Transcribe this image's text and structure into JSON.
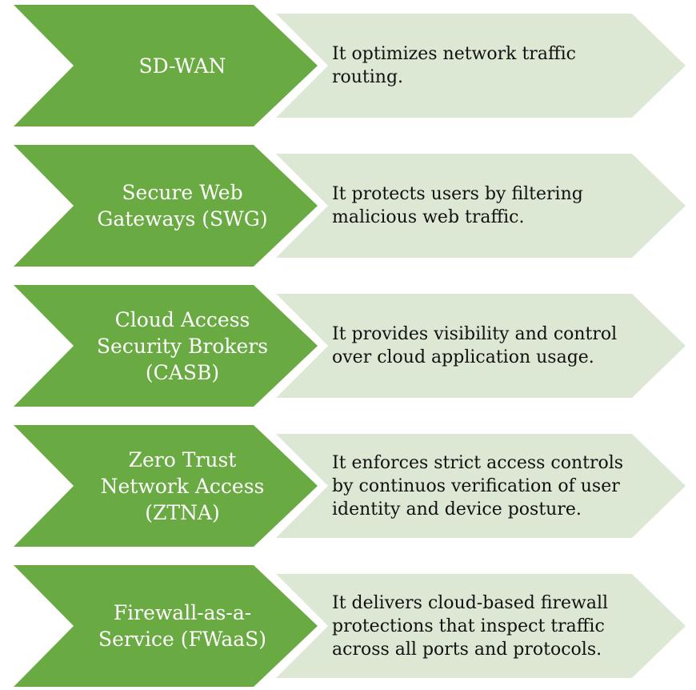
{
  "colors": {
    "chevron": "#6aaa42",
    "description": "#dce8d4",
    "label_text": "#ffffff",
    "description_text": "#111111"
  },
  "items": [
    {
      "label": "SD-WAN",
      "description": "It optimizes network traffic routing."
    },
    {
      "label": "Secure Web Gateways (SWG)",
      "description": "It protects users by filtering malicious web traffic."
    },
    {
      "label": "Cloud Access Security Brokers (CASB)",
      "description": "It provides visibility and control over cloud application usage."
    },
    {
      "label": "Zero Trust Network Access (ZTNA)",
      "description": "It enforces strict access controls by continuos verification of user identity and device posture."
    },
    {
      "label": "Firewall-as-a-Service (FWaaS)",
      "description": "It delivers cloud-based firewall protections that inspect traffic across all ports and protocols."
    }
  ]
}
